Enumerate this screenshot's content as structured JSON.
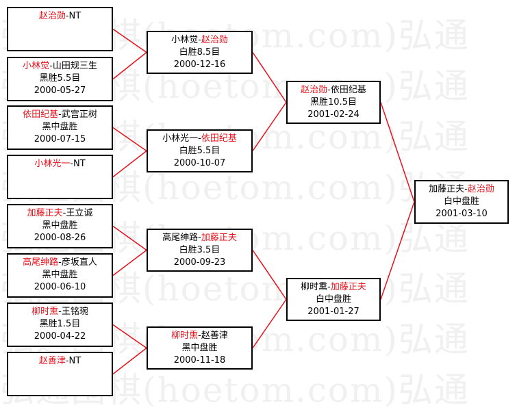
{
  "colors": {
    "line": "#e8101a",
    "winner": "#e8101a",
    "loser": "#000000",
    "border": "#000000",
    "watermark": "#f0f0f0"
  },
  "watermark": {
    "rows": [
      {
        "text": "弘通围棋(hoetom.com)弘通"
      },
      {
        "text": "弘通围棋(hoetom.com)弘通"
      },
      {
        "text": "弘通围棋(hoetom.com)弘通"
      },
      {
        "text": "弘通围棋(hoetom.com)弘通"
      },
      {
        "text": "弘通围棋(hoetom.com)弘通"
      },
      {
        "text": "弘通围棋(hoetom.com)弘通"
      },
      {
        "text": "弘通围棋(hoetom.com)弘通"
      },
      {
        "text": "弘通围棋(hoetom.com)弘通"
      }
    ]
  },
  "bracket": {
    "r1": [
      {
        "names": [
          {
            "text": "赵治勋",
            "win": true
          },
          {
            "text": "-NT",
            "win": false
          }
        ],
        "result": "",
        "date": ""
      },
      {
        "names": [
          {
            "text": "小林觉",
            "win": true
          },
          {
            "text": "-山田规三生",
            "win": false
          }
        ],
        "result": "黑胜5.5目",
        "date": "2000-05-27"
      },
      {
        "names": [
          {
            "text": "依田纪基",
            "win": true
          },
          {
            "text": "-武宫正树",
            "win": false
          }
        ],
        "result": "黑中盘胜",
        "date": "2000-07-15"
      },
      {
        "names": [
          {
            "text": "小林光一",
            "win": true
          },
          {
            "text": "-NT",
            "win": false
          }
        ],
        "result": "",
        "date": ""
      },
      {
        "names": [
          {
            "text": "加藤正夫",
            "win": true
          },
          {
            "text": "-王立诚",
            "win": false
          }
        ],
        "result": "黑中盘胜",
        "date": "2000-08-26"
      },
      {
        "names": [
          {
            "text": "高尾绅路",
            "win": true
          },
          {
            "text": "-彦坂直人",
            "win": false
          }
        ],
        "result": "黑中盘胜",
        "date": "2000-06-10"
      },
      {
        "names": [
          {
            "text": "柳时熏",
            "win": true
          },
          {
            "text": "-王铭琬",
            "win": false
          }
        ],
        "result": "黑胜1.5目",
        "date": "2000-04-22"
      },
      {
        "names": [
          {
            "text": "赵善津",
            "win": true
          },
          {
            "text": "-NT",
            "win": false
          }
        ],
        "result": "",
        "date": ""
      }
    ],
    "r2": [
      {
        "names": [
          {
            "text": "小林觉-",
            "win": false
          },
          {
            "text": "赵治勋",
            "win": true
          }
        ],
        "result": "白胜8.5目",
        "date": "2000-12-16"
      },
      {
        "names": [
          {
            "text": "小林光一-",
            "win": false
          },
          {
            "text": "依田纪基",
            "win": true
          }
        ],
        "result": "白胜5.5目",
        "date": "2000-10-07"
      },
      {
        "names": [
          {
            "text": "高尾绅路-",
            "win": false
          },
          {
            "text": "加藤正夫",
            "win": true
          }
        ],
        "result": "白胜3.5目",
        "date": "2000-09-23"
      },
      {
        "names": [
          {
            "text": "柳时熏",
            "win": true
          },
          {
            "text": "-赵善津",
            "win": false
          }
        ],
        "result": "黑中盘胜",
        "date": "2000-11-18"
      }
    ],
    "r3": [
      {
        "names": [
          {
            "text": "赵治勋",
            "win": true
          },
          {
            "text": "-依田纪基",
            "win": false
          }
        ],
        "result": "黑胜10.5目",
        "date": "2001-02-24"
      },
      {
        "names": [
          {
            "text": "柳时熏-",
            "win": false
          },
          {
            "text": "加藤正夫",
            "win": true
          }
        ],
        "result": "白中盘胜",
        "date": "2001-01-27"
      }
    ],
    "final": [
      {
        "names": [
          {
            "text": "加藤正夫-",
            "win": false
          },
          {
            "text": "赵治勋",
            "win": true
          }
        ],
        "result": "白中盘胜",
        "date": "2001-03-10"
      }
    ]
  }
}
